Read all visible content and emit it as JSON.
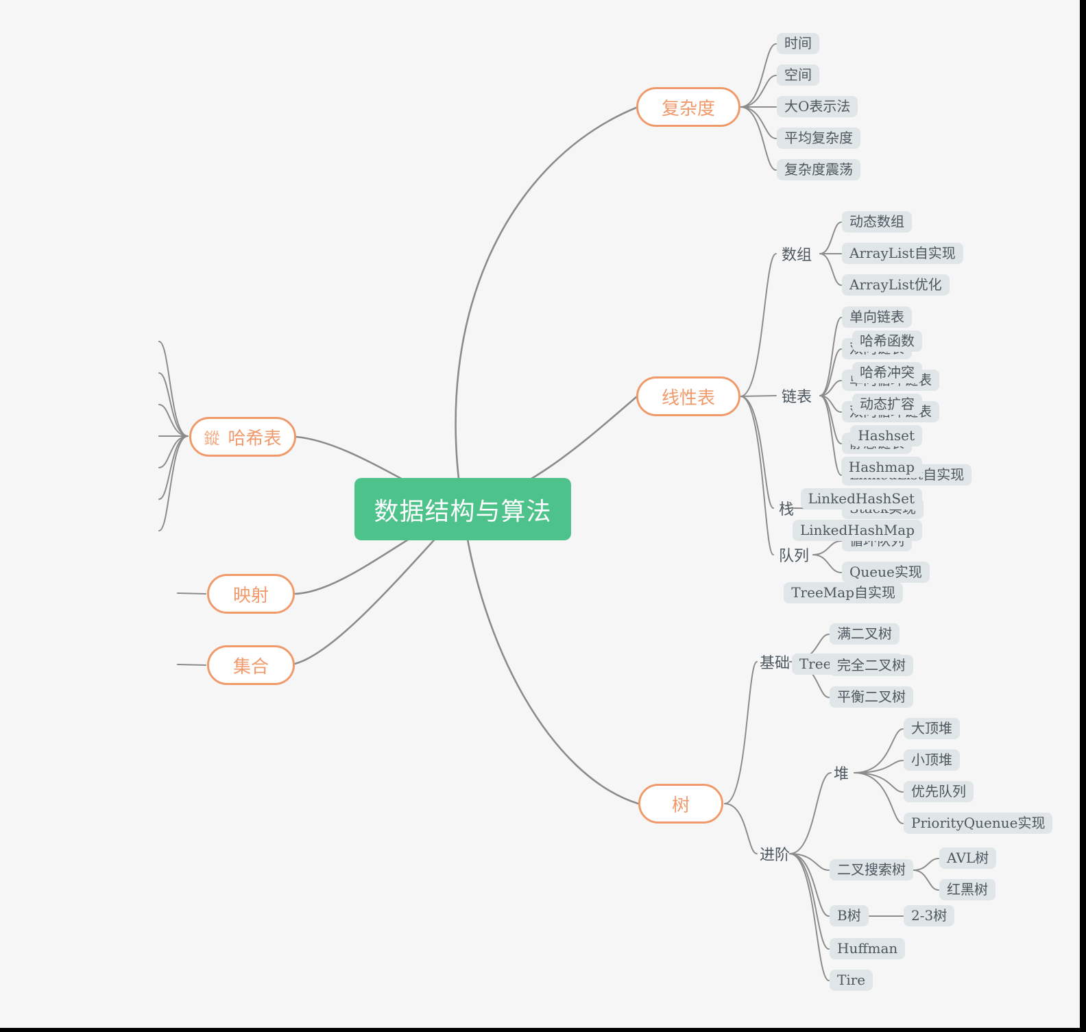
{
  "colors": {
    "page_frame": "#000000",
    "canvas_background": "#f5f6f5",
    "root_fill": "#4ec28b",
    "root_text": "#ffffff",
    "branch_accent": "#f09a6c",
    "child_box_fill": "#e0e5e7",
    "child_box_text": "#4b565e",
    "connector_line": "#8b8b8b"
  },
  "root": {
    "label": "数据结构与算法"
  },
  "branches": {
    "complexity": {
      "label": "复杂度",
      "children": [
        "时间",
        "空间",
        "大O表示法",
        "平均复杂度",
        "复杂度震荡"
      ]
    },
    "linear": {
      "label": "线性表",
      "subtopics": [
        {
          "label": "数组",
          "children": [
            "动态数组",
            "ArrayList自实现",
            "ArrayList优化"
          ]
        },
        {
          "label": "链表",
          "children": [
            "单向链表",
            "双向链表",
            "单向循环链表",
            "双向循环链表",
            "静态链表",
            "LinkedList自实现"
          ]
        },
        {
          "label": "栈",
          "children": [
            "Stack实现"
          ]
        },
        {
          "label": "队列",
          "children": [
            "循环队列",
            "Queue实现"
          ]
        }
      ]
    },
    "hash": {
      "icon": "鏦",
      "label": "哈希表",
      "children": [
        "哈希函数",
        "哈希冲突",
        "动态扩容",
        "Hashset",
        "Hashmap",
        "LinkedHashSet",
        "LinkedHashMap"
      ]
    },
    "mapping": {
      "label": "映射",
      "children": [
        "TreeMap自实现"
      ]
    },
    "set": {
      "label": "集合",
      "children": [
        "TreeSet自实现"
      ]
    },
    "tree": {
      "label": "树",
      "subtopics": [
        {
          "label": "基础",
          "children": [
            "满二叉树",
            "完全二叉树",
            "平衡二叉树"
          ]
        },
        {
          "label": "进阶",
          "subtopics": [
            {
              "label": "堆",
              "children": [
                "大顶堆",
                "小顶堆",
                "优先队列",
                "PriorityQuenue实现"
              ]
            },
            {
              "label": "二叉搜索树",
              "children": [
                "AVL树",
                "红黑树"
              ]
            },
            {
              "label": "B树",
              "children": [
                "2-3树"
              ]
            },
            {
              "label": "Huffman",
              "children": []
            },
            {
              "label": "Tire",
              "children": []
            }
          ]
        }
      ]
    }
  }
}
